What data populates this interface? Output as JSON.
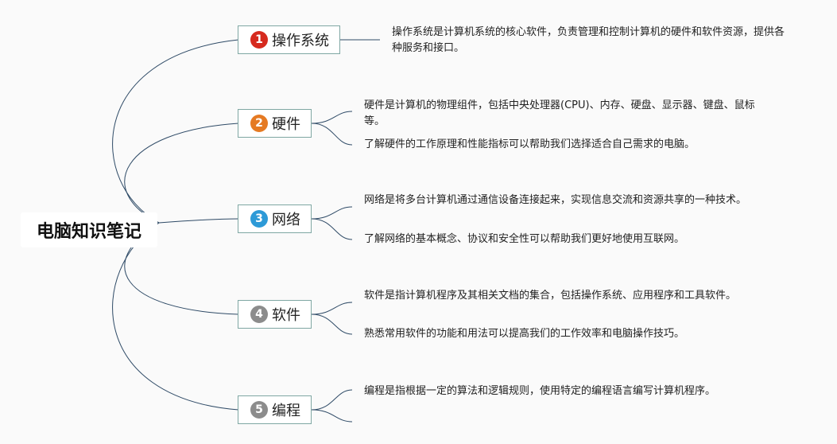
{
  "central": {
    "label": "电脑知识笔记"
  },
  "topics": [
    {
      "number": "1",
      "label": "操作系统",
      "badge_color": "#d62a1e",
      "notes": [
        "操作系统是计算机系统的核心软件，负责管理和控制计算机的硬件和软件资源，提供各种服务和接口。"
      ]
    },
    {
      "number": "2",
      "label": "硬件",
      "badge_color": "#e57a23",
      "notes": [
        "硬件是计算机的物理组件，包括中央处理器(CPU)、内存、硬盘、显示器、键盘、鼠标等。",
        "了解硬件的工作原理和性能指标可以帮助我们选择适合自己需求的电脑。"
      ]
    },
    {
      "number": "3",
      "label": "网络",
      "badge_color": "#2d9ad7",
      "notes": [
        "网络是将多台计算机通过通信设备连接起来，实现信息交流和资源共享的一种技术。",
        "了解网络的基本概念、协议和安全性可以帮助我们更好地使用互联网。"
      ]
    },
    {
      "number": "4",
      "label": "软件",
      "badge_color": "#8c8c8c",
      "notes": [
        "软件是指计算机程序及其相关文档的集合，包括操作系统、应用程序和工具软件。",
        "熟悉常用软件的功能和用法可以提高我们的工作效率和电脑操作技巧。"
      ]
    },
    {
      "number": "5",
      "label": "编程",
      "badge_color": "#8c8c8c",
      "notes": [
        "编程是指根据一定的算法和逻辑规则，使用特定的编程语言编写计算机程序。",
        ""
      ]
    }
  ],
  "colors": {
    "link": "#2e4a66",
    "topic_border": "#7fa7a3"
  }
}
